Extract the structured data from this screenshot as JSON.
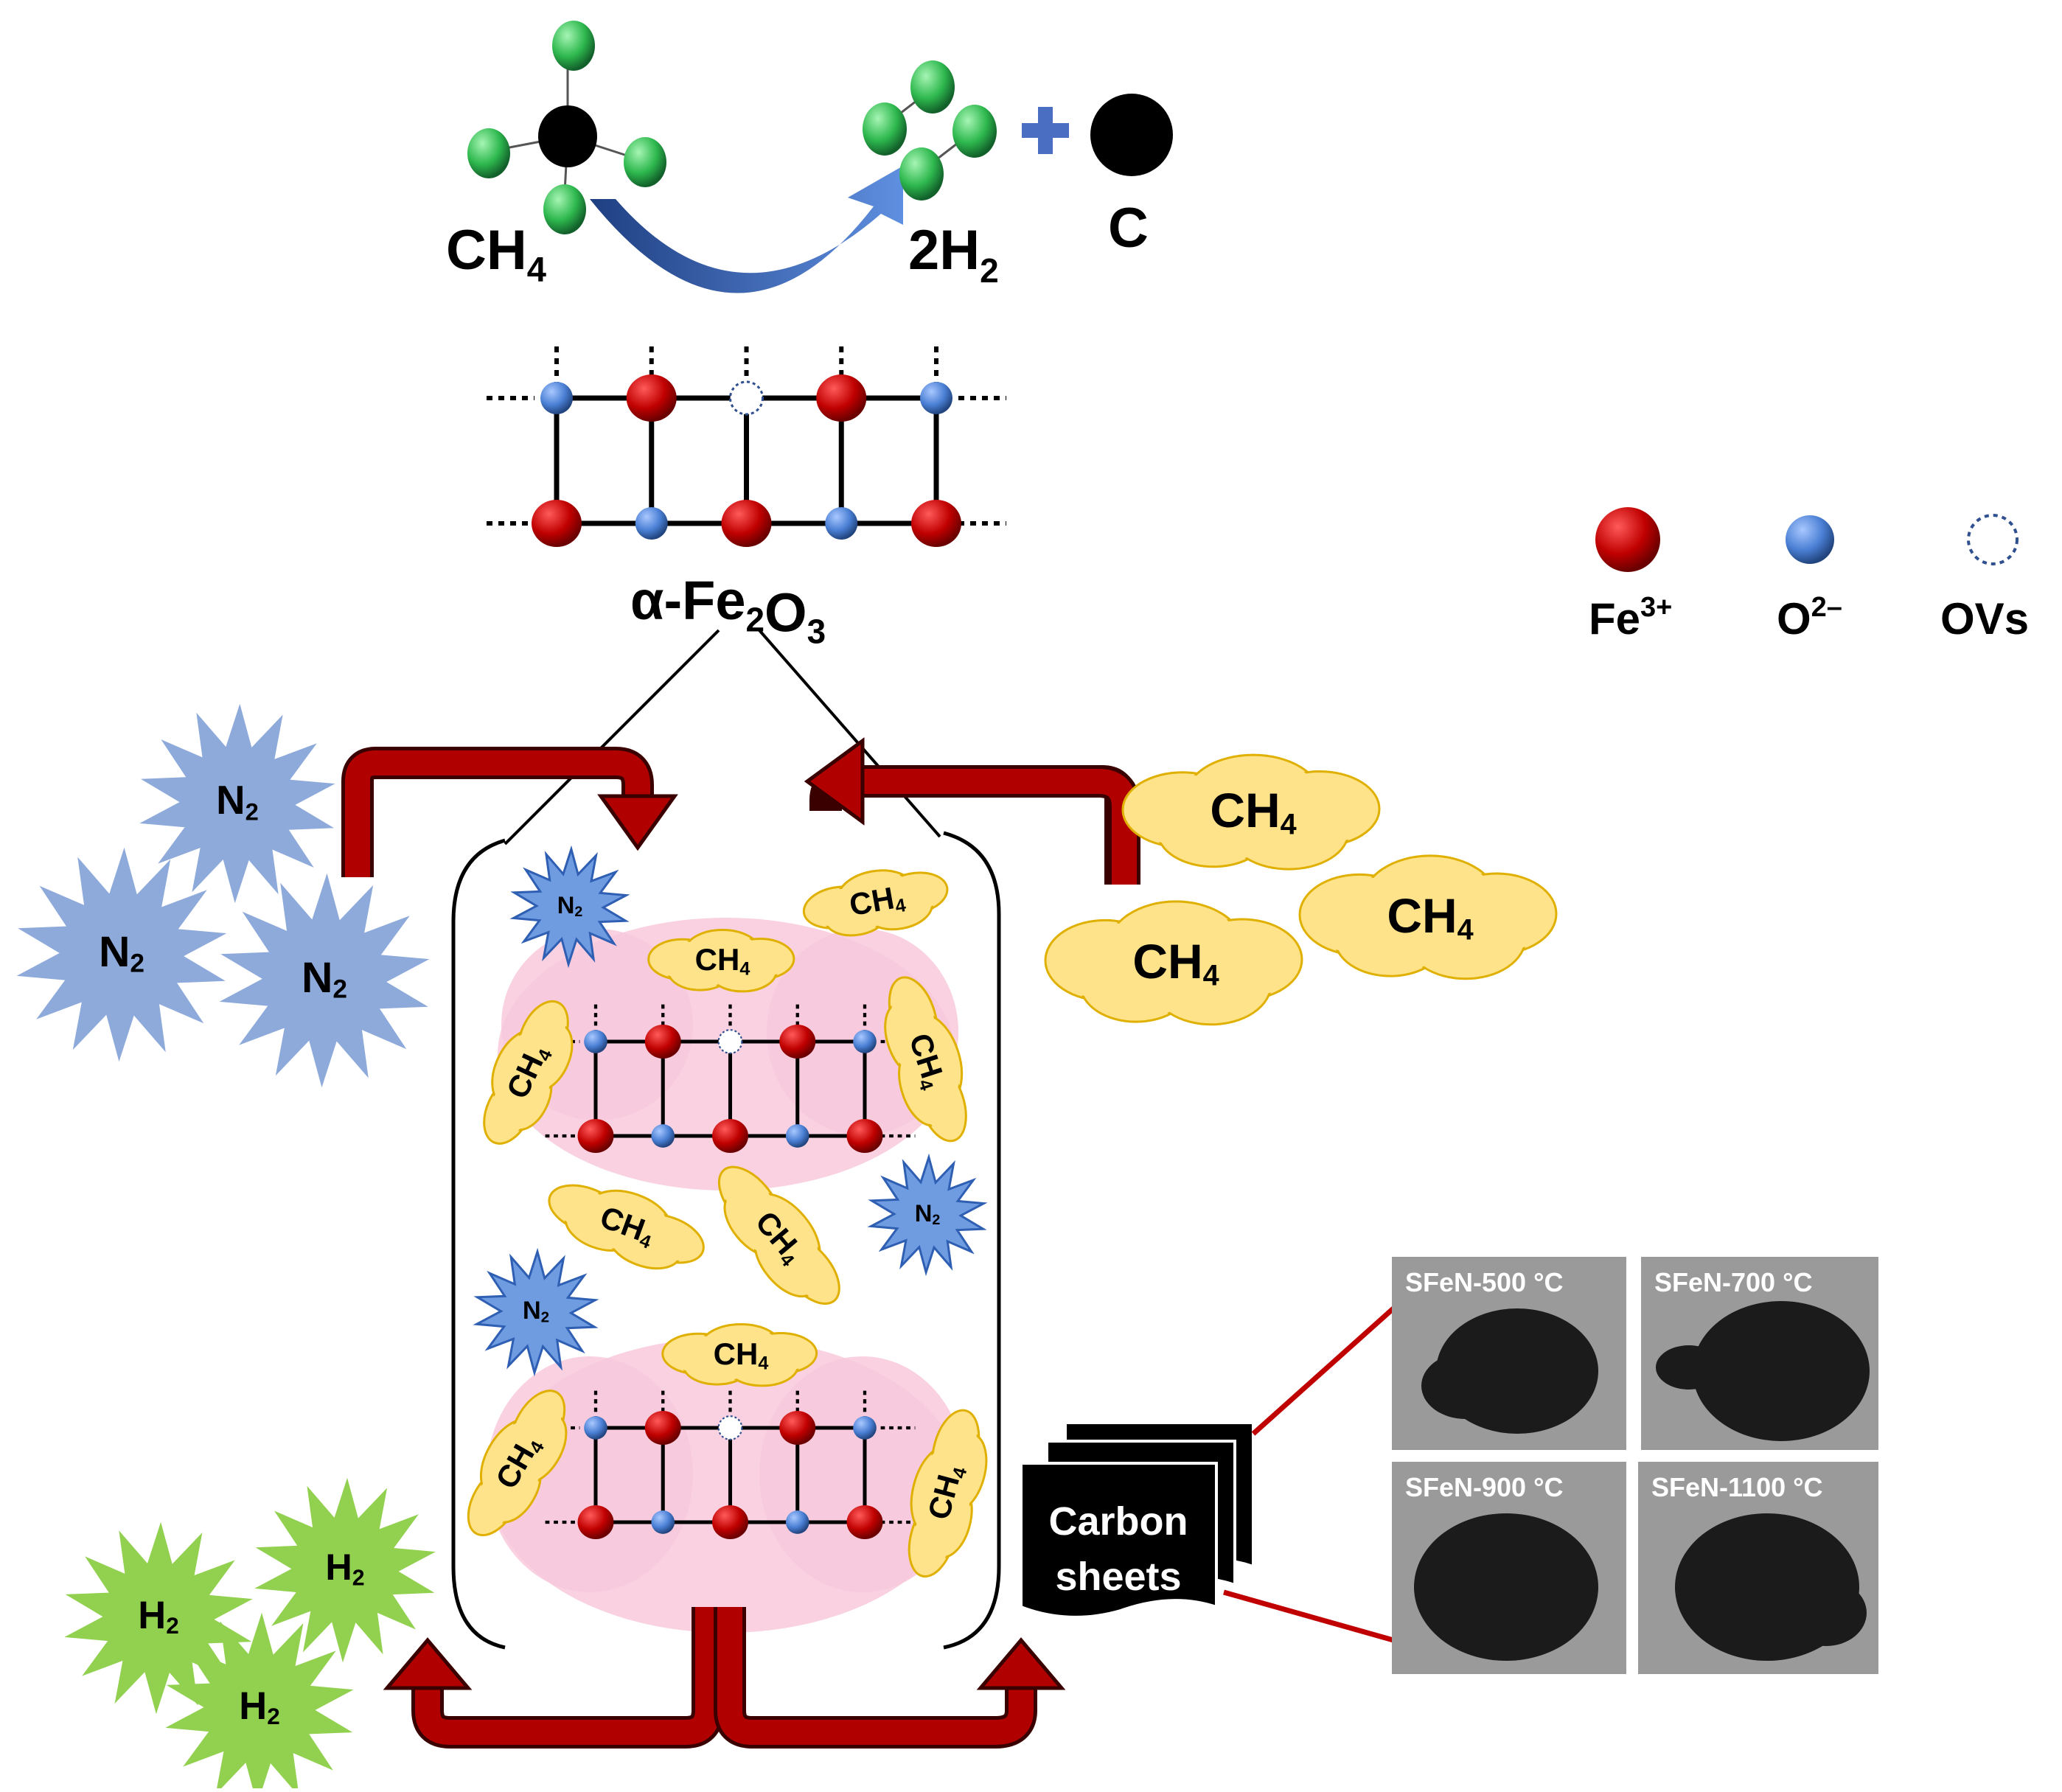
{
  "reaction": {
    "reactant": "CH4",
    "product_h2": "2H2",
    "product_c": "C",
    "catalyst": "α-Fe2O3"
  },
  "legend": {
    "items": [
      {
        "label": "Fe3+",
        "color": "#c00000"
      },
      {
        "label": "O2–",
        "color": "#4a7fd4"
      },
      {
        "label": "OVs",
        "color": "#ffffff"
      }
    ]
  },
  "gas_labels": {
    "n2": "N2",
    "ch4": "CH4",
    "h2": "H2"
  },
  "carbon_sheets": {
    "line1": "Carbon",
    "line2": "sheets"
  },
  "photos": [
    {
      "label": "SFeN-500 °C"
    },
    {
      "label": "SFeN-700 °C"
    },
    {
      "label": "SFeN-900 °C"
    },
    {
      "label": "SFeN-1100 °C"
    }
  ],
  "colors": {
    "fe": "#c00000",
    "o": "#4a7fd4",
    "h_atom": "#2eb84e",
    "n2_burst": "#8eaadb",
    "ch4_cloud": "#ffe38a",
    "h2_burst": "#92d050",
    "flow_arrow": "#b00000",
    "reaction_arrow": "#2f5fb3",
    "pink_zone": "#f8c9dc"
  }
}
